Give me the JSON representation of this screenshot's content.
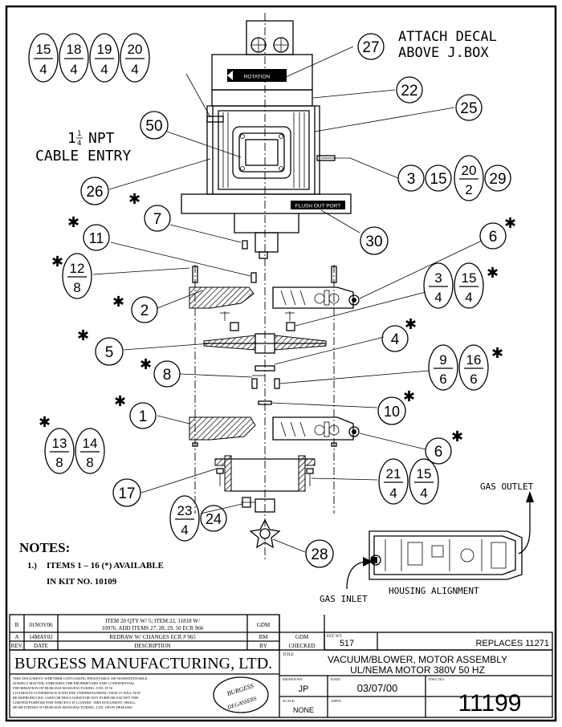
{
  "callouts": {
    "top_group": [
      {
        "num": "15",
        "den": "4"
      },
      {
        "num": "18",
        "den": "4"
      },
      {
        "num": "19",
        "den": "4"
      },
      {
        "num": "20",
        "den": "4"
      }
    ],
    "item_27": "27",
    "item_22": "22",
    "item_25": "25",
    "item_50": "50",
    "item_26": "26",
    "item_3": "3",
    "item_15": "15",
    "item_20_2": {
      "num": "20",
      "den": "2"
    },
    "item_29": "29",
    "item_30": "30",
    "item_7": "7",
    "item_11": "11",
    "item_6a": "6",
    "item_12_8": {
      "num": "12",
      "den": "8"
    },
    "item_2": "2",
    "item_3_4": {
      "num": "3",
      "den": "4"
    },
    "item_15_4": {
      "num": "15",
      "den": "4"
    },
    "item_5": "5",
    "item_4": "4",
    "item_8": "8",
    "item_9_6": {
      "num": "9",
      "den": "6"
    },
    "item_16_6": {
      "num": "16",
      "den": "6"
    },
    "item_10": "10",
    "item_1": "1",
    "item_13_8": {
      "num": "13",
      "den": "8"
    },
    "item_14_8": {
      "num": "14",
      "den": "8"
    },
    "item_6b": "6",
    "item_17": "17",
    "item_21_4": {
      "num": "21",
      "den": "4"
    },
    "item_15_4b": {
      "num": "15",
      "den": "4"
    },
    "item_23_4": {
      "num": "23",
      "den": "4"
    },
    "item_24": "24",
    "item_28": "28",
    "asterisk": "✱"
  },
  "labels": {
    "attach_decal_1": "ATTACH DECAL",
    "attach_decal_2": "ABOVE J.BOX",
    "cable_entry_size_whole": "1",
    "cable_entry_size_num": "1",
    "cable_entry_size_den": "4",
    "cable_entry_npt": "NPT",
    "cable_entry_2": "CABLE ENTRY",
    "flush_out_port": "FLUSH OUT PORT",
    "gas_outlet": "GAS OUTLET",
    "gas_inlet": "GAS INLET",
    "housing_alignment": "HOUSING ALIGNMENT",
    "rotation": "ROTATION"
  },
  "notes": {
    "heading": "NOTES:",
    "note1_num": "1.)",
    "note1_line1": "ITEMS 1 – 16 (*) AVAILABLE",
    "note1_line2": "IN KIT NO. 10109"
  },
  "revisions": [
    {
      "rev": "B",
      "date": "01NOV06",
      "desc1": "ITEM 20 QTY W/ 5; ITEM 22, 11818 W/",
      "desc2": "10976, ADD ITEMS 27, 28, 29, 50 ECR 966",
      "by": "GDM",
      "checked": ""
    },
    {
      "rev": "A",
      "date": "14MAY02",
      "desc1": "REDRAW W/ CHANGES ECR # 965",
      "desc2": "",
      "by": "BM",
      "checked": "GDM"
    }
  ],
  "rev_headers": {
    "rev": "REV.",
    "date": "DATE",
    "desc": "DESCRIPTION",
    "by": "BY",
    "checked": "CHECKED"
  },
  "title_block": {
    "est_wt_label": "EST. WT.",
    "est_wt": "517",
    "replaces": "REPLACES 11271",
    "company": "BURGESS MANUFACTURING, LTD.",
    "title_label": "TITLE",
    "title_line1": "VACUUM/BLOWER, MOTOR ASSEMBLY",
    "title_line2": "UL/NEMA MOTOR 380V 50 HZ",
    "disclaimer": [
      "THIS DOCUMENT, WHETHER CONTAINING PATENTABLE OR NONPATENTABLE",
      "SUBJECT MATTER, EMBODIES THE PROPRIETARY AND CONFIDENTIAL",
      "INFORMATION OF BURGESS MANUFACTURING, LTD. IT IS",
      "LOANED IN CONFIDENCE WITH THE UNDERSTANDING THAT IT WILL NOT",
      "BE REPRODUCED, USED OR DISCLOSED FOR ANY PURPOSE EXCEPT THE",
      "LIMITED PURPOSE FOR WHICH IT IS LOANED. THIS DOCUMENT SHALL",
      "BE RETURNED TO BURGESS MANUFACTURING, LTD. UPON DEMAND."
    ],
    "logo_top": "BURGESS",
    "logo_bottom": "DEGASSERS",
    "drawn_by_label": "DRAWN BY:",
    "drawn_by": "JP",
    "date_label": "DATE:",
    "date": "03/07/00",
    "dwg_no_label": "DWG NO.",
    "dwg_no": "11199",
    "scale_label": "SCALE:",
    "scale": "NONE",
    "appd_label": "APP'D:"
  }
}
